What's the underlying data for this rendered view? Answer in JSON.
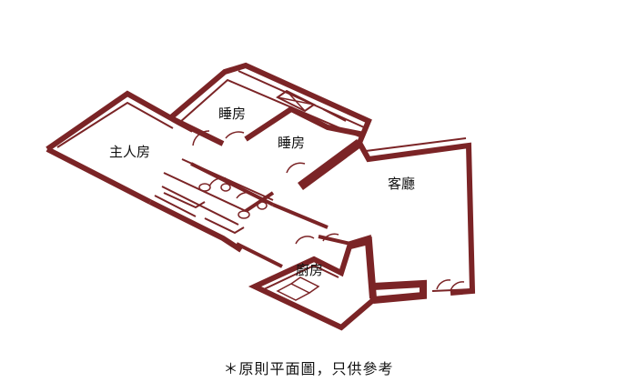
{
  "floorplan": {
    "wall_color": "#7b2426",
    "rooms": {
      "master_bedroom": "主人房",
      "bedroom_1": "睡房",
      "bedroom_2": "睡房",
      "living_room": "客廳",
      "kitchen": "廚房"
    }
  },
  "footnote": "＊原則平面圖，只供參考"
}
